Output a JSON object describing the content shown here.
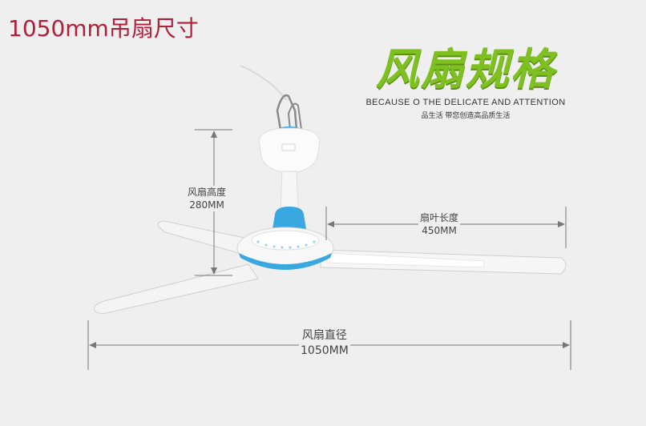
{
  "title": "1050mm吊扇尺寸",
  "brand": {
    "title": "风扇规格",
    "subtitle_en": "BECAUSE O THE DELICATE AND ATTENTION",
    "subtitle_cn": "品生活 带您创造高品质生活"
  },
  "dimensions": {
    "height": {
      "label": "风扇高度",
      "value": "280MM"
    },
    "blade": {
      "label": "扇叶长度",
      "value": "450MM"
    },
    "diameter": {
      "label": "风扇直径",
      "value": "1050MM"
    }
  },
  "colors": {
    "background": "#efefef",
    "title": "#b0203a",
    "brand": "#7dc01f",
    "accent_blue": "#3aa8e0"
  }
}
